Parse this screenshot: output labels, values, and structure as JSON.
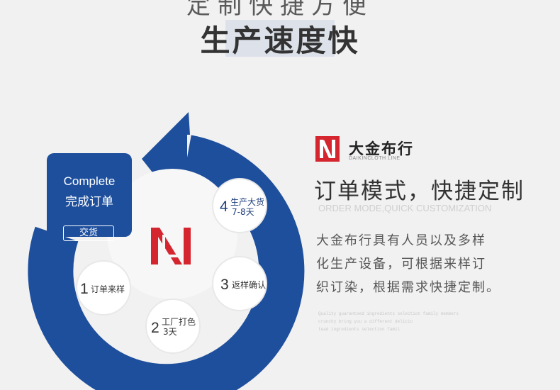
{
  "header": {
    "top_partial": "定制快捷方便",
    "title": "生产速度快"
  },
  "cycle": {
    "complete_en": "Complete",
    "complete_cn": "完成订单",
    "deliver": "交货",
    "steps": [
      {
        "num": "1",
        "line1": "订单来样",
        "line2": ""
      },
      {
        "num": "2",
        "line1": "工厂打色",
        "line2": "3天"
      },
      {
        "num": "3",
        "line1": "返样确认",
        "line2": ""
      },
      {
        "num": "4",
        "line1": "生产大货",
        "line2": "7-8天"
      }
    ]
  },
  "brand": {
    "name_cn": "大金布行",
    "name_en": "DAIKINCLOTH LINE"
  },
  "content": {
    "headline": "订单模式，快捷定制",
    "subhead": "ORDER MODE,QUICK CUSTOMIZATION",
    "desc_lines": [
      "大金布行具有人员以及多样",
      "化生产设备，可根据来样订",
      "织订染，根据需求快捷定制。"
    ],
    "small_lines": [
      "Quality guaranteed ingredients selection family members",
      "crunchy bring you a different delicio",
      "tead ingredients selection famil"
    ]
  },
  "colors": {
    "blue": "#1e4f9d",
    "red": "#d5262f",
    "background": "#f1f1f1"
  }
}
